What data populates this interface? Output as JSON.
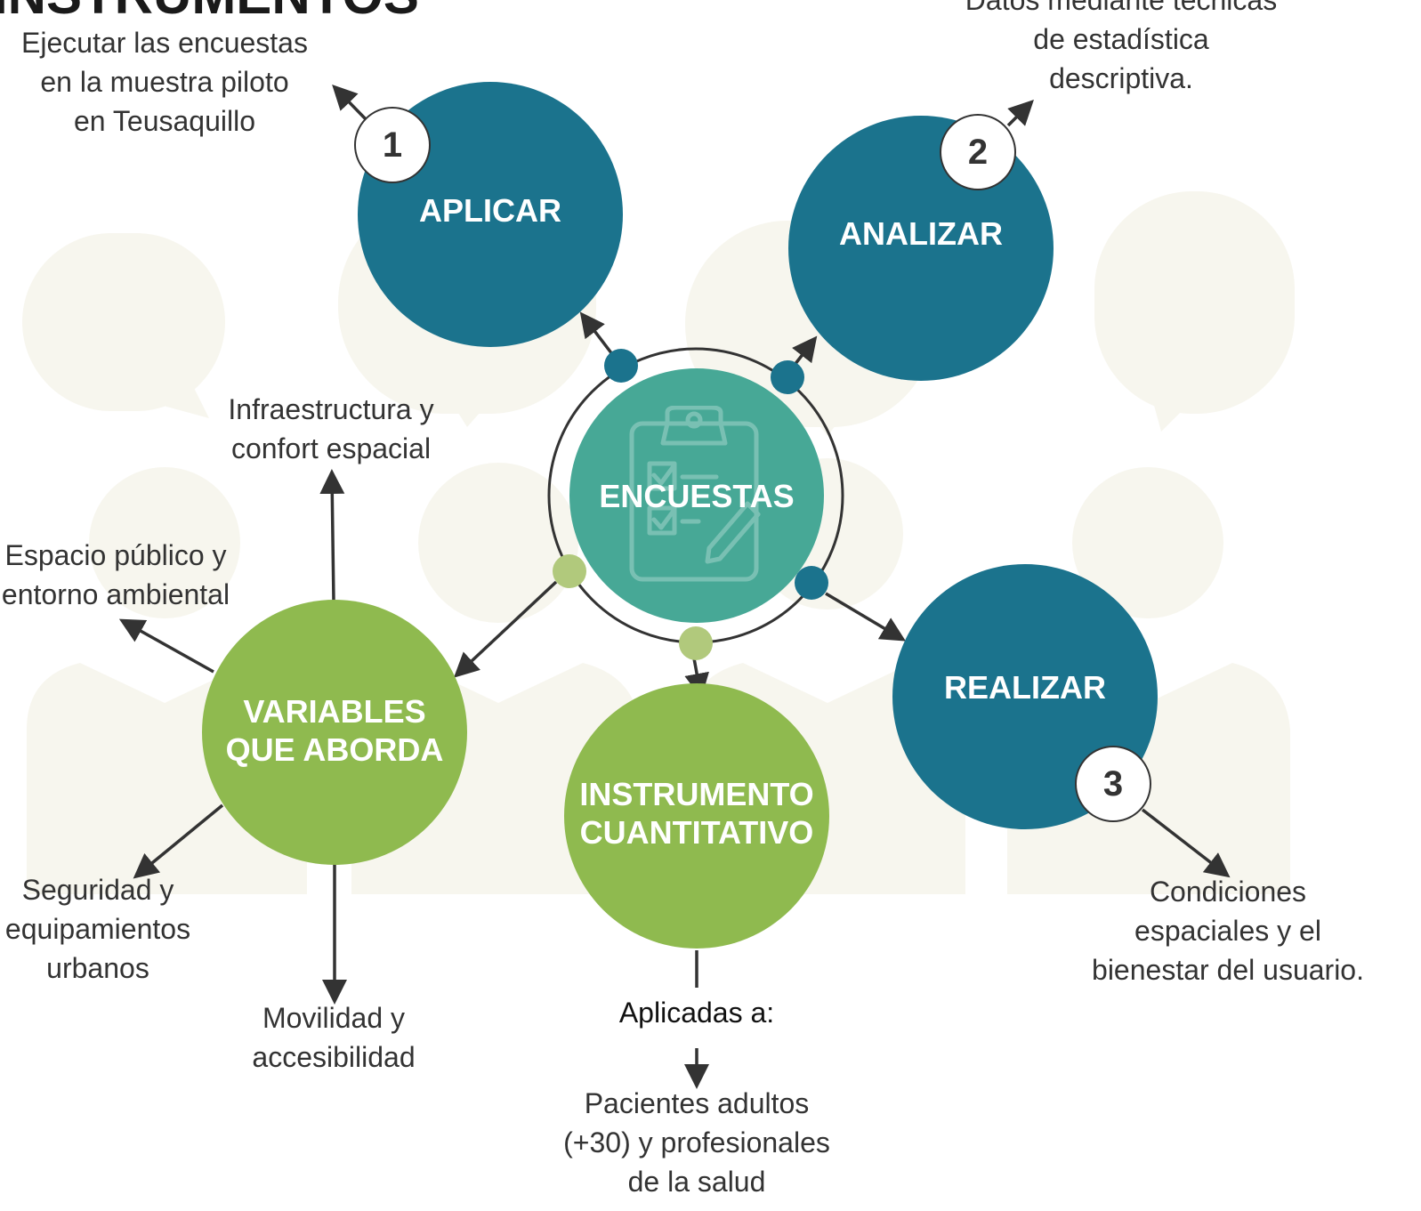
{
  "title": "INSTRUMENTOS",
  "center": {
    "label": "ENCUESTAS",
    "icon": "clipboard-check-icon"
  },
  "nodes": {
    "aplicar": {
      "label": "APLICAR",
      "step": "1"
    },
    "analizar": {
      "label": "ANALIZAR",
      "step": "2"
    },
    "realizar": {
      "label": "REALIZAR",
      "step": "3"
    },
    "variables": {
      "line1": "VARIABLES",
      "line2": "QUE ABORDA"
    },
    "instrumento": {
      "line1": "INSTRUMENTO",
      "line2": "CUANTITATIVO"
    }
  },
  "notes": {
    "aplicar": [
      "Ejecutar las encuestas",
      "en la muestra piloto",
      "en Teusaquillo"
    ],
    "analizar": [
      "Datos mediante técnicas",
      "de estadística",
      "descriptiva."
    ],
    "realizar": [
      "Condiciones",
      "espaciales y el",
      "bienestar del usuario."
    ],
    "infraestructura": [
      "Infraestructura y",
      "confort espacial"
    ],
    "espacio": [
      "Espacio público y",
      "entorno ambiental"
    ],
    "seguridad": [
      "Seguridad y",
      "equipamientos",
      "urbanos"
    ],
    "movilidad": [
      "Movilidad y",
      "accesibilidad"
    ],
    "aplicadas": "Aplicadas a:",
    "pacientes": [
      "Pacientes adultos",
      "(+30) y profesionales",
      "de la salud"
    ]
  },
  "colors": {
    "teal": "#1b738d",
    "green": "#8fba4f",
    "center": "#47a896",
    "dot_green": "#b1c97c",
    "background_people": "#f7f6ee",
    "text": "#333333"
  }
}
